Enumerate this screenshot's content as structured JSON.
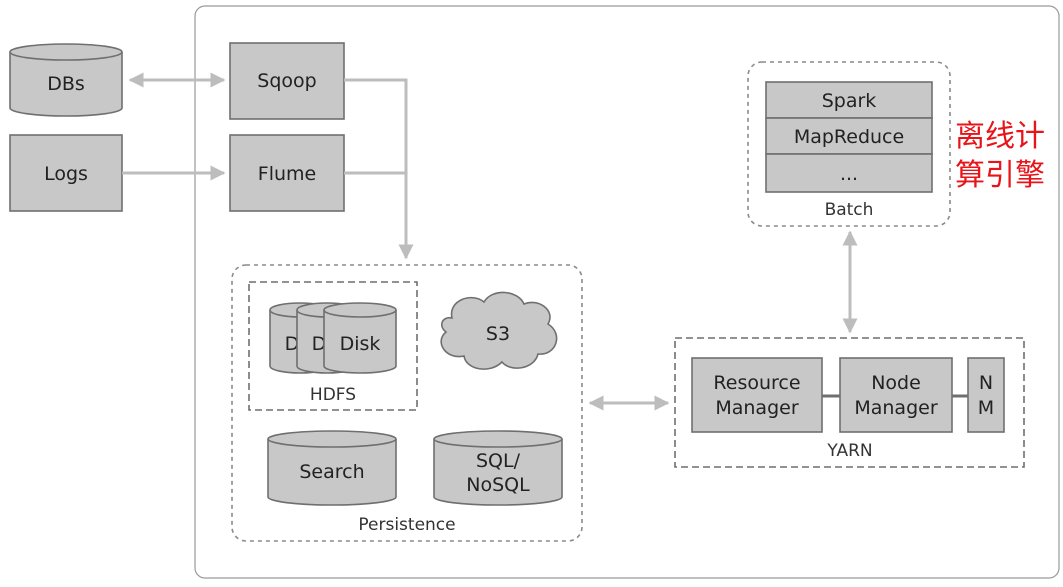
{
  "sources": {
    "dbs": "DBs",
    "logs": "Logs"
  },
  "ingest": {
    "sqoop": "Sqoop",
    "flume": "Flume"
  },
  "batch": {
    "engines": [
      "Spark",
      "MapReduce",
      "..."
    ],
    "caption": "Batch",
    "note_line1": "离线计",
    "note_line2": "算引擎"
  },
  "persistence": {
    "hdfs_disks": [
      "D",
      "D",
      "Disk"
    ],
    "hdfs_caption": "HDFS",
    "s3": "S3",
    "search": "Search",
    "sql_line1": "SQL/",
    "sql_line2": "NoSQL",
    "caption": "Persistence"
  },
  "yarn": {
    "rm_line1": "Resource",
    "rm_line2": "Manager",
    "nm_line1": "Node",
    "nm_line2": "Manager",
    "nm_short_line1": "N",
    "nm_short_line2": "M",
    "caption": "YARN"
  },
  "colors": {
    "box_fill": "#c8c8c8",
    "box_stroke": "#6f6f6f",
    "arrow": "#bdbdbd",
    "dashed": "#8a8a8a",
    "note": "#e8141a"
  }
}
